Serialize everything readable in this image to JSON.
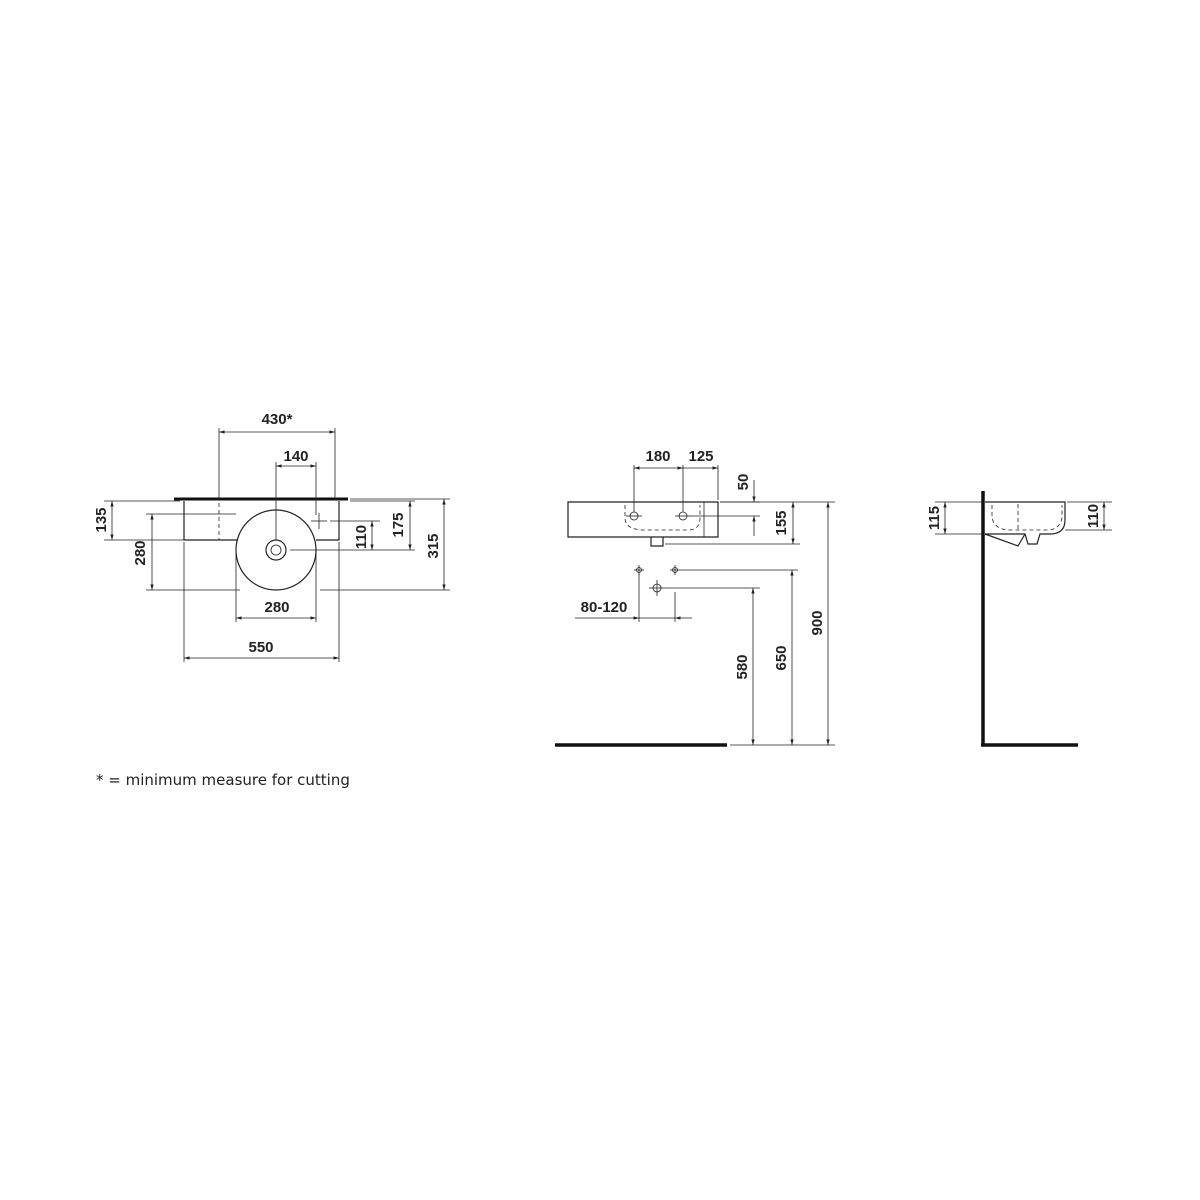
{
  "top_view": {
    "dim_cut_width": "430*",
    "dim_tap_offset": "140",
    "dim_deck_depth": "135",
    "dim_bowl_depth_left": "280",
    "dim_bowl_diameter": "280",
    "dim_overall_width": "550",
    "dim_drain_offset": "110",
    "dim_front_depth": "175",
    "dim_overall_depth": "315"
  },
  "front_view": {
    "dim_tap_spacing_left": "180",
    "dim_tap_spacing_right": "125",
    "dim_rim_thickness": "50",
    "dim_basin_height": "155",
    "dim_waste_spacing": "80-120",
    "dim_waste_height": "580",
    "dim_supply_height": "650",
    "dim_rim_height": "900"
  },
  "side_view": {
    "dim_side_height_left": "115",
    "dim_side_height_right": "110"
  },
  "footnote": "* = minimum measure for cutting"
}
